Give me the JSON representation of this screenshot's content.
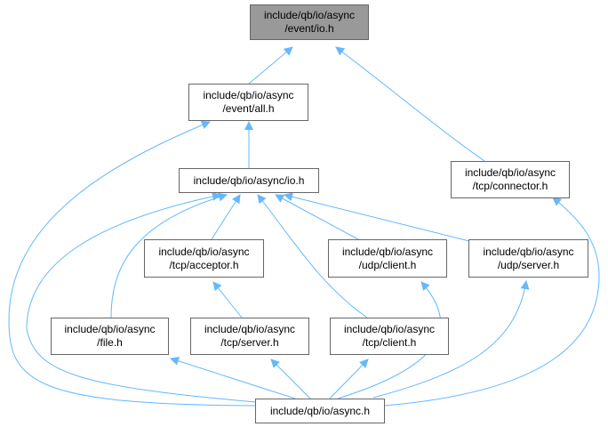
{
  "colors": {
    "edge": "#63b8ff",
    "node_border": "#666666",
    "root_fill": "#999999"
  },
  "nodes": {
    "event_io": {
      "lines": [
        "include/qb/io/async",
        "/event/io.h"
      ]
    },
    "event_all": {
      "lines": [
        "include/qb/io/async",
        "/event/all.h"
      ]
    },
    "async_io": {
      "lines": [
        "include/qb/io/async/io.h"
      ]
    },
    "tcp_connector": {
      "lines": [
        "include/qb/io/async",
        "/tcp/connector.h"
      ]
    },
    "tcp_acceptor": {
      "lines": [
        "include/qb/io/async",
        "/tcp/acceptor.h"
      ]
    },
    "udp_client": {
      "lines": [
        "include/qb/io/async",
        "/udp/client.h"
      ]
    },
    "udp_server": {
      "lines": [
        "include/qb/io/async",
        "/udp/server.h"
      ]
    },
    "file": {
      "lines": [
        "include/qb/io/async",
        "/file.h"
      ]
    },
    "tcp_server": {
      "lines": [
        "include/qb/io/async",
        "/tcp/server.h"
      ]
    },
    "tcp_client": {
      "lines": [
        "include/qb/io/async",
        "/tcp/client.h"
      ]
    },
    "async_h": {
      "lines": [
        "include/qb/io/async.h"
      ]
    }
  }
}
